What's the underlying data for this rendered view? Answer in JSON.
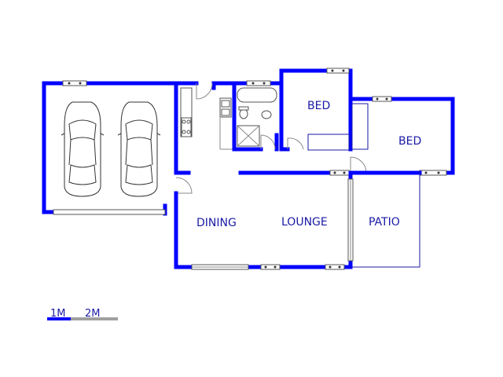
{
  "rooms": {
    "bed_1": "BED",
    "bed_2": "BED",
    "dining": "DINING",
    "lounge": "LOUNGE",
    "patio": "PATIO"
  },
  "scale_bar": {
    "label_1": "1M",
    "label_2": "2M"
  },
  "colors": {
    "wall": "#0000ff",
    "label": "#1a1aa6",
    "scale_grey": "#a0a0a0"
  }
}
